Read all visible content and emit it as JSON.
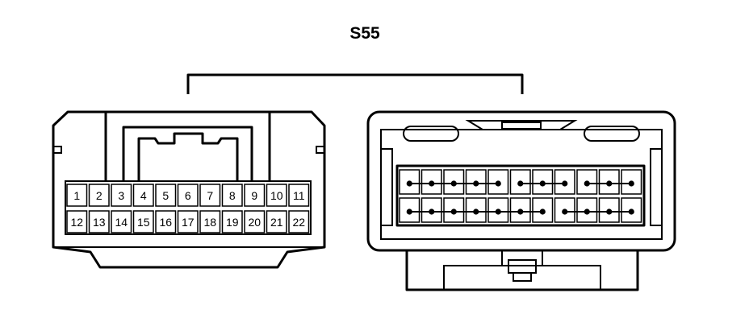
{
  "connector": {
    "title": "S55",
    "pins_top": [
      "1",
      "2",
      "3",
      "4",
      "5",
      "6",
      "7",
      "8",
      "9",
      "10",
      "11"
    ],
    "pins_bottom": [
      "12",
      "13",
      "14",
      "15",
      "16",
      "17",
      "18",
      "19",
      "20",
      "21",
      "22"
    ]
  }
}
